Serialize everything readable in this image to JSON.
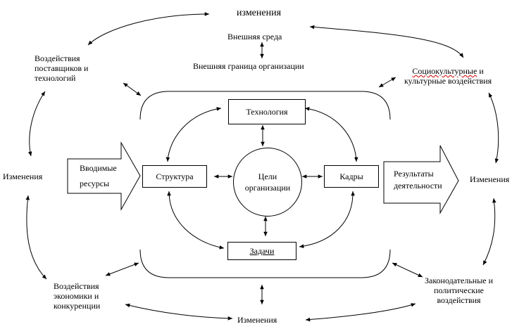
{
  "top_changes": "изменения",
  "external_env": "Внешняя среда",
  "external_boundary": "Внешняя граница организации",
  "suppliers": "Воздействия\nпоставщиков и\nтехнологий",
  "sociocultural_word": "Социокультурные",
  "sociocultural_rest": " и",
  "sociocultural_line2": "культурные воздействия",
  "left_changes": "Изменения",
  "right_changes": "Изменения",
  "bottom_changes": "Изменения",
  "economy": "Воздействия\nэкономики и\nконкуренции",
  "legislative": "Законодательные и\nполитические\nвоздействия",
  "inputs": "Вводимые\nресурсы",
  "outputs": "Результаты\nдеятельности",
  "technology": "Технология",
  "structure": "Структура",
  "goals": "Цели\nорганизации",
  "staff": "Кадры",
  "tasks": "Задачи",
  "spellcheck_underline_color": "#d00000"
}
